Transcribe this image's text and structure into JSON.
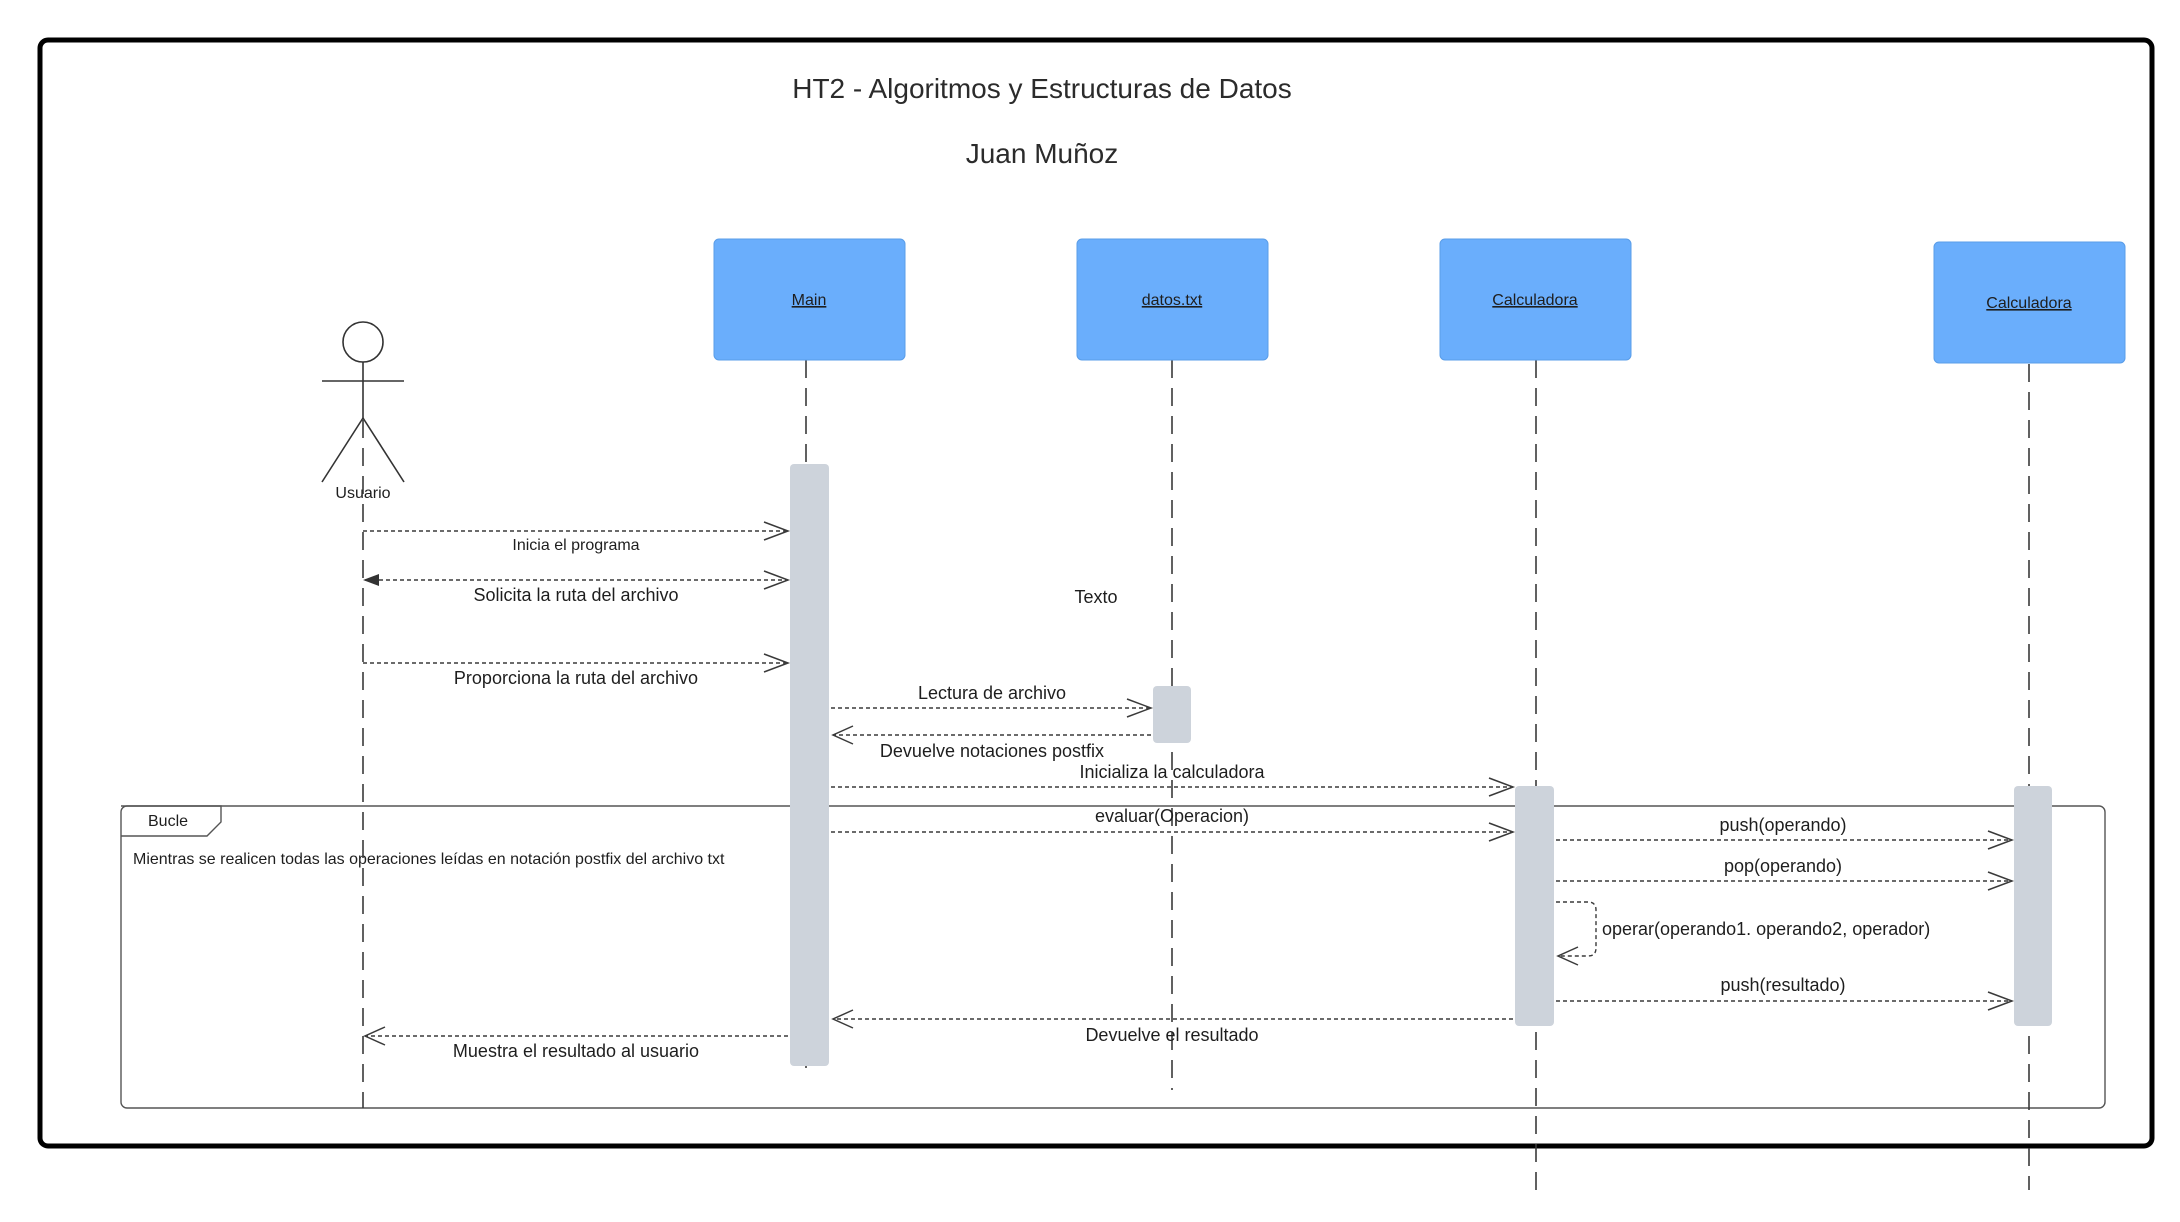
{
  "diagram": {
    "title": "HT2 -  Algoritmos y Estructuras de Datos",
    "author": "Juan Muñoz",
    "actor": {
      "label": "Usuario"
    },
    "participants": [
      {
        "id": "main",
        "label": "Main"
      },
      {
        "id": "datos",
        "label": "datos.txt"
      },
      {
        "id": "calc1",
        "label": "Calculadora"
      },
      {
        "id": "calc2",
        "label": "Calculadora"
      }
    ],
    "free_text": "Texto",
    "loop": {
      "label": "Bucle",
      "condition": "Mientras se realicen todas las operaciones leídas en notación postfix del archivo txt"
    },
    "messages": [
      {
        "from": "usuario",
        "to": "main",
        "label": "Inicia el programa"
      },
      {
        "from": "main",
        "to": "usuario",
        "label": "Solicita la ruta del archivo"
      },
      {
        "from": "usuario",
        "to": "main",
        "label": "Proporciona la ruta del archivo"
      },
      {
        "from": "main",
        "to": "datos",
        "label": "Lectura de archivo"
      },
      {
        "from": "datos",
        "to": "main",
        "label": "Devuelve notaciones postfix"
      },
      {
        "from": "main",
        "to": "calc1",
        "label": "Inicializa la calculadora"
      },
      {
        "from": "main",
        "to": "calc1",
        "label": "evaluar(Operacion)"
      },
      {
        "from": "calc1",
        "to": "calc2",
        "label": "push(operando)"
      },
      {
        "from": "calc1",
        "to": "calc2",
        "label": "pop(operando)"
      },
      {
        "from": "calc1",
        "to": "calc1",
        "label": "operar(operando1. operando2, operador)"
      },
      {
        "from": "calc1",
        "to": "calc2",
        "label": "push(resultado)"
      },
      {
        "from": "calc1",
        "to": "main",
        "label": "Devuelve el resultado"
      },
      {
        "from": "main",
        "to": "usuario",
        "label": "Muestra el resultado al usuario"
      }
    ],
    "colors": {
      "participant_fill": "#6aaefc",
      "activation_fill": "#cdd3db",
      "frame_stroke": "#000000",
      "line_stroke": "#3a3a3a"
    }
  }
}
